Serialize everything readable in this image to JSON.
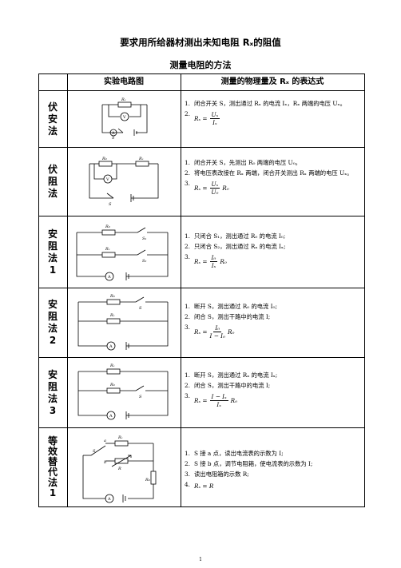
{
  "title": "要求用所给器材测出未知电阻 Rₓ的阻值",
  "subtitle": "测量电阻的方法",
  "header": {
    "col_circuit": "实验电路图",
    "col_steps": "测量的物理量及 Rₓ 的表达式"
  },
  "methods": [
    {
      "name": [
        "伏",
        "安",
        "法"
      ],
      "steps": [
        "闭合开关 S，测出通过 Rₓ 的电流 Iₓ，Rₓ 两端的电压 Uₓ。"
      ],
      "formula": {
        "lhs": "Rₓ =",
        "num": "Uₓ",
        "den": "Iₓ",
        "tail": ""
      },
      "labels": {
        "r1": "Rₓ",
        "meter": "V",
        "meter2": "A",
        "switch": "S"
      }
    },
    {
      "name": [
        "伏",
        "阻",
        "法"
      ],
      "steps": [
        "闭合开关 S，先测出 R₀ 两端的电压 U₀。",
        "将电压表改接在 Rₓ 两端，闭合开关测出 Rₓ 两端的电压 Uₓ。"
      ],
      "formula": {
        "lhs": "Rₓ =",
        "num": "Uₓ",
        "den": "U₀",
        "tail": "R₀"
      },
      "labels": {
        "r1": "R₀",
        "r2": "Rₓ",
        "meter": "V",
        "switch": "S"
      }
    },
    {
      "name": [
        "安",
        "阻",
        "法",
        "1"
      ],
      "steps": [
        "只闭合 S₁，测出通过 R₀ 的电流 I₀;",
        "只闭合 S₂，测出通过 Rₓ 的电流 Iₓ;"
      ],
      "formula": {
        "lhs": "Rₓ =",
        "num": "I₀",
        "den": "Iₓ",
        "tail": "R₀"
      },
      "labels": {
        "r1": "R₀",
        "r2": "Rₓ",
        "s1": "S₁",
        "s2": "S₂",
        "meter": "A"
      }
    },
    {
      "name": [
        "安",
        "阻",
        "法",
        "2"
      ],
      "steps": [
        "断开 S，测出通过 R₀ 的电流 I₀;",
        "闭合 S，测出干路中的电流 I;"
      ],
      "formula": {
        "lhs": "Rₓ =",
        "num": "I₀",
        "den": "I − I₀",
        "tail": "R₀"
      },
      "labels": {
        "r1": "R₀",
        "r2": "Rₓ",
        "switch": "S",
        "meter": "A"
      }
    },
    {
      "name": [
        "安",
        "阻",
        "法",
        "3"
      ],
      "steps": [
        "断开 S，测出通过 Rₓ 的电流 Iₓ;",
        "闭合 S，测出干路中的电流 I;"
      ],
      "formula": {
        "lhs": "Rₓ =",
        "num": "I − Iₓ",
        "den": "Iₓ",
        "tail": "R₀"
      },
      "labels": {
        "r1": "Rₓ",
        "r2": "R₀",
        "switch": "S",
        "meter": "A"
      }
    },
    {
      "name": [
        "等",
        "效",
        "替",
        "代",
        "法",
        "1"
      ],
      "steps": [
        "S 接 a 点，读出电流表的示数为 I;",
        "S 接 b 点，调节电阻箱，使电流表的示数为 I;",
        "读出电阻箱的示数 R;"
      ],
      "formula": {
        "lhs": "Rₓ = R",
        "num": "",
        "den": "",
        "tail": ""
      },
      "labels": {
        "r1": "Rₓ",
        "r2": "R",
        "r0": "R₀",
        "a": "a",
        "b": "b",
        "switch": "S",
        "meter": "A"
      }
    }
  ],
  "page_number": "1"
}
